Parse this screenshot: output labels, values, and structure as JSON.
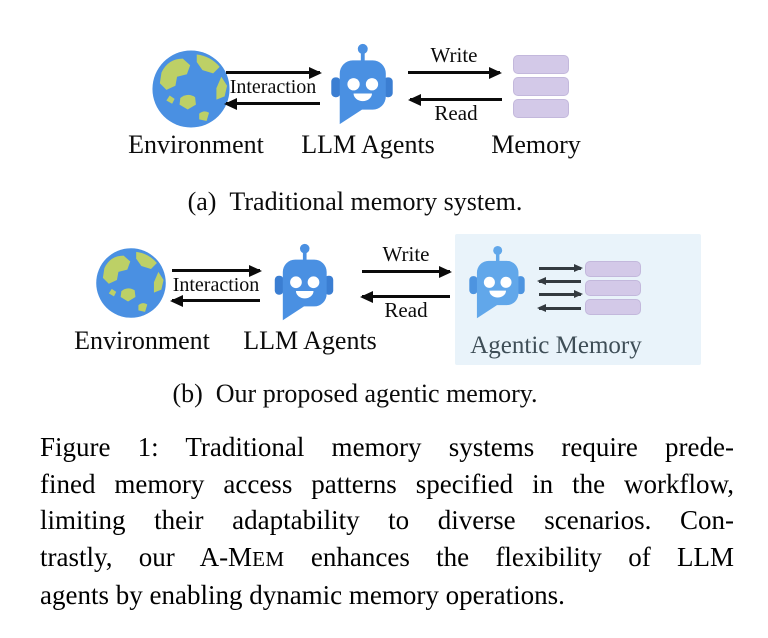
{
  "colors": {
    "robot_blue": "#4a90e2",
    "robot_blue_light": "#61a7ea",
    "robot_ear": "#3b7ed2",
    "globe_blue": "#4a90e2",
    "globe_land": "#bdd066",
    "memory_bar": "#d3c9e8",
    "agentic_box_bg": "#e9f3fa",
    "arrow_black": "#0b0b0b",
    "agentic_label_text": "#3f4e57"
  },
  "icons": {
    "globe": "globe-icon",
    "robot": "robot-icon",
    "memory_bar": "memory-bar"
  },
  "diagram_a": {
    "caption": "(a) Traditional memory system.",
    "arrow_labels": {
      "interaction": "Interaction",
      "write": "Write",
      "read": "Read"
    },
    "node_labels": {
      "environment": "Environment",
      "llm_agents": "LLM Agents",
      "memory": "Memory"
    }
  },
  "diagram_b": {
    "caption": "(b) Our proposed agentic memory.",
    "arrow_labels": {
      "interaction": "Interaction",
      "write": "Write",
      "read": "Read"
    },
    "node_labels": {
      "environment": "Environment",
      "llm_agents": "LLM Agents",
      "agentic_memory": "Agentic Memory"
    }
  },
  "figure_caption": {
    "line1": "Figure 1: Traditional memory systems require prede-",
    "line2": "fined memory access patterns specified in the workflow,",
    "line3": "limiting their adaptability to diverse scenarios. Con-",
    "line4_pre": "trastly, our A-M",
    "line4_smallcaps": "EM",
    "line4_post": " enhances the flexibility of LLM",
    "line5": "agents by enabling dynamic memory operations."
  }
}
